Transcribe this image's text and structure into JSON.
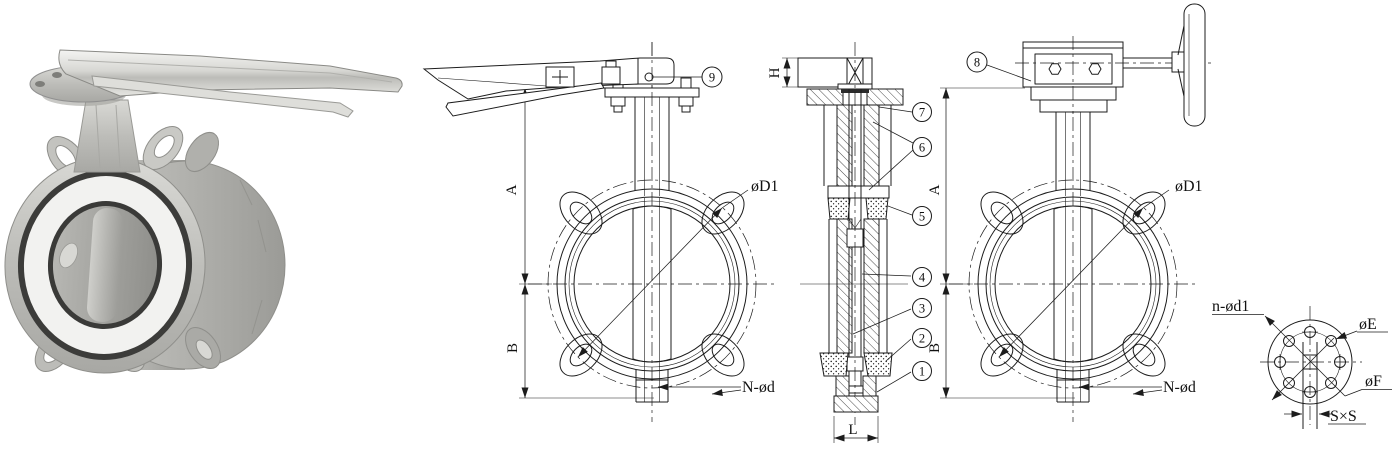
{
  "photo": {
    "alt": "stainless-steel-wafer-butterfly-valve-with-lever"
  },
  "drawings": {
    "lever_view": {
      "part_callout": "9",
      "dim_a": "A",
      "dim_b": "B",
      "dia_label": "øD1",
      "bolt_label": "N-ød"
    },
    "section_view": {
      "dim_h": "H",
      "dim_l": "L",
      "callouts": [
        "7",
        "6",
        "5",
        "4",
        "3",
        "2",
        "1"
      ]
    },
    "gear_view": {
      "part_callout": "8",
      "dim_a": "A",
      "dim_b": "B",
      "dia_label": "øD1",
      "bolt_label": "N-ød"
    },
    "flange_view": {
      "holes_label": "n-ød1",
      "dia_e": "øE",
      "dia_f": "øF",
      "square_label": "S×S"
    }
  }
}
